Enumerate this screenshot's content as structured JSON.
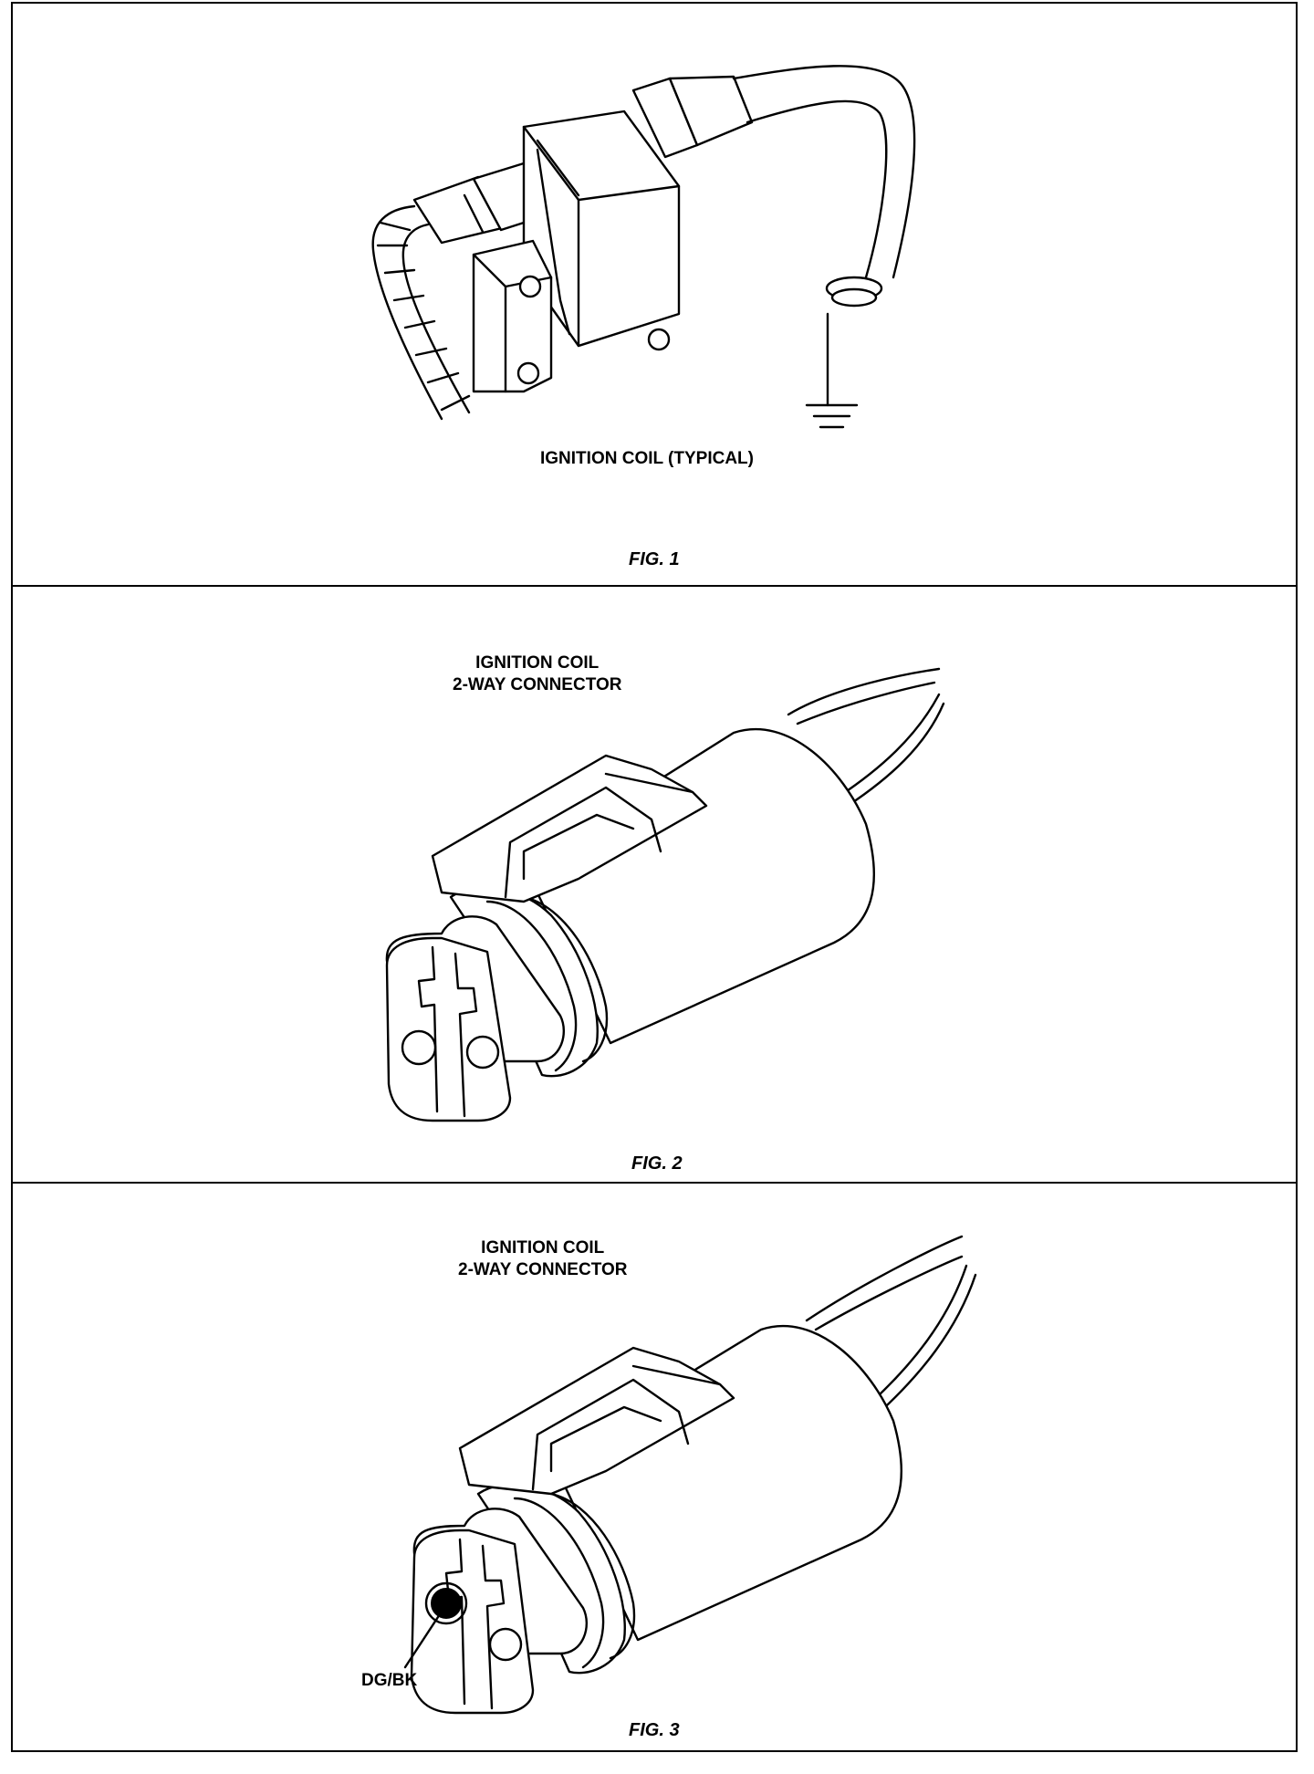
{
  "figures": [
    {
      "id": "fig1",
      "caption": "IGNITION COIL (TYPICAL)",
      "fig_label": "FIG. 1"
    },
    {
      "id": "fig2",
      "caption_line1": "IGNITION COIL",
      "caption_line2": "2-WAY CONNECTOR",
      "fig_label": "FIG. 2"
    },
    {
      "id": "fig3",
      "caption_line1": "IGNITION COIL",
      "caption_line2": "2-WAY CONNECTOR",
      "pin_label": "DG/BK",
      "fig_label": "FIG. 3"
    }
  ]
}
